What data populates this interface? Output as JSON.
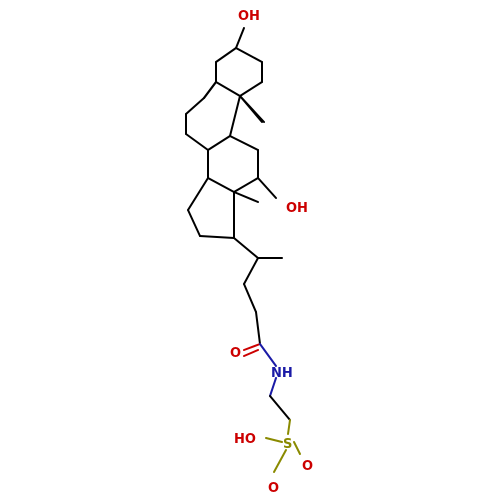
{
  "labels": {
    "oh_top": "OH",
    "oh_mid": "OH",
    "o_carbonyl": "O",
    "nh": "NH",
    "s": "S",
    "o_s1": "O",
    "o_s2": "O",
    "h_so3h": "HO"
  },
  "colors": {
    "oxygen": "#cc0000",
    "nitrogen": "#1a1aa6",
    "sulfur": "#8a8a00",
    "carbon_bond": "#000000"
  }
}
